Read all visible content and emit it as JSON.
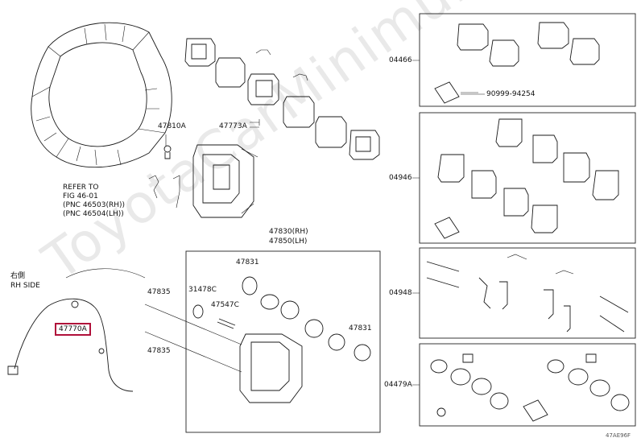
{
  "watermark": "ToyotaCarMinimum",
  "refer": {
    "line1": "REFER TO",
    "line2": "FIG 46-01",
    "line3": "(PNC 46503(RH))",
    "line4": "(PNC 46504(LH))"
  },
  "side": {
    "jp": "右側",
    "en": "RH SIDE"
  },
  "labels": {
    "p47810A": "47810A",
    "p47773A": "47773A",
    "p47830": "47830(RH)",
    "p47850": "47850(LH)",
    "p47831a": "47831",
    "p47831b": "47831",
    "p47835a": "47835",
    "p47835b": "47835",
    "p31478C": "31478C",
    "p47547C": "47547C",
    "p47770A": "47770A",
    "p04466": "04466",
    "p90999": "90999-94254",
    "p04946": "04946",
    "p04948": "04948",
    "p04479A": "04479A",
    "figno": "47AE96F"
  }
}
